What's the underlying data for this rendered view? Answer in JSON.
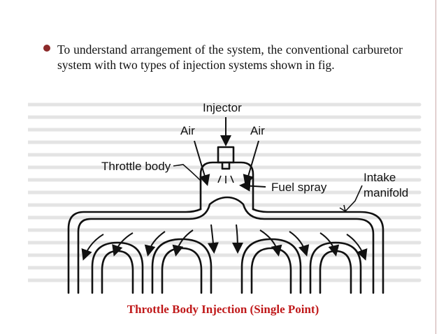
{
  "bullet": {
    "text": "To understand arrangement of the system, the conventional carburetor system with two types of injection systems shown in fig."
  },
  "diagram": {
    "labels": {
      "injector": "Injector",
      "air_left": "Air",
      "air_right": "Air",
      "throttle_body": "Throttle body",
      "fuel_spray": "Fuel spray",
      "intake_manifold_line1": "Intake",
      "intake_manifold_line2": "manifold"
    }
  },
  "caption": "Throttle Body Injection (Single Point)",
  "colors": {
    "bullet": "#8c2a2a",
    "caption": "#c0191a"
  }
}
